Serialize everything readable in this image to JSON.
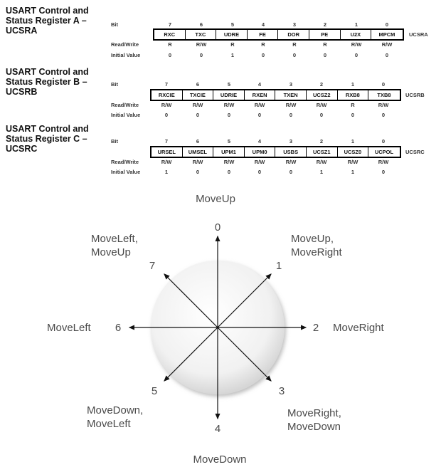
{
  "registers": [
    {
      "title": "USART Control and Status Register A – UCSRA",
      "name": "UCSRA",
      "bit_label": "Bit",
      "rw_label": "Read/Write",
      "init_label": "Initial Value",
      "bits": [
        "7",
        "6",
        "5",
        "4",
        "3",
        "2",
        "1",
        "0"
      ],
      "cells": [
        "RXC",
        "TXC",
        "UDRE",
        "FE",
        "DOR",
        "PE",
        "U2X",
        "MPCM"
      ],
      "rw": [
        "R",
        "R/W",
        "R",
        "R",
        "R",
        "R",
        "R/W",
        "R/W"
      ],
      "init": [
        "0",
        "0",
        "1",
        "0",
        "0",
        "0",
        "0",
        "0"
      ]
    },
    {
      "title": "USART Control and Status Register B – UCSRB",
      "name": "UCSRB",
      "bit_label": "Bit",
      "rw_label": "Read/Write",
      "init_label": "Initial Value",
      "bits": [
        "7",
        "6",
        "5",
        "4",
        "3",
        "2",
        "1",
        "0"
      ],
      "cells": [
        "RXCIE",
        "TXCIE",
        "UDRIE",
        "RXEN",
        "TXEN",
        "UCSZ2",
        "RXB8",
        "TXB8"
      ],
      "rw": [
        "R/W",
        "R/W",
        "R/W",
        "R/W",
        "R/W",
        "R/W",
        "R",
        "R/W"
      ],
      "init": [
        "0",
        "0",
        "0",
        "0",
        "0",
        "0",
        "0",
        "0"
      ]
    },
    {
      "title": "USART Control and Status Register C – UCSRC",
      "name": "UCSRC",
      "bit_label": "Bit",
      "rw_label": "Read/Write",
      "init_label": "Initial Value",
      "bits": [
        "7",
        "6",
        "5",
        "4",
        "3",
        "2",
        "1",
        "0"
      ],
      "cells": [
        "URSEL",
        "UMSEL",
        "UPM1",
        "UPM0",
        "USBS",
        "UCSZ1",
        "UCSZ0",
        "UCPOL"
      ],
      "rw": [
        "R/W",
        "R/W",
        "R/W",
        "R/W",
        "R/W",
        "R/W",
        "R/W",
        "R/W"
      ],
      "init": [
        "1",
        "0",
        "0",
        "0",
        "0",
        "1",
        "1",
        "0"
      ]
    }
  ],
  "directions": {
    "top_label": "MoveUp",
    "bottom_label": "MoveDown",
    "left_label": "MoveLeft",
    "right_label": "MoveRight",
    "upleft_label_1": "MoveLeft,",
    "upleft_label_2": "MoveUp",
    "upright_label_1": "MoveUp,",
    "upright_label_2": "MoveRight",
    "downleft_label_1": "MoveDown,",
    "downleft_label_2": "MoveLeft",
    "downright_label_1": "MoveRight,",
    "downright_label_2": "MoveDown",
    "num_0": "0",
    "num_1": "1",
    "num_2": "2",
    "num_3": "3",
    "num_4": "4",
    "num_5": "5",
    "num_6": "6",
    "num_7": "7"
  }
}
